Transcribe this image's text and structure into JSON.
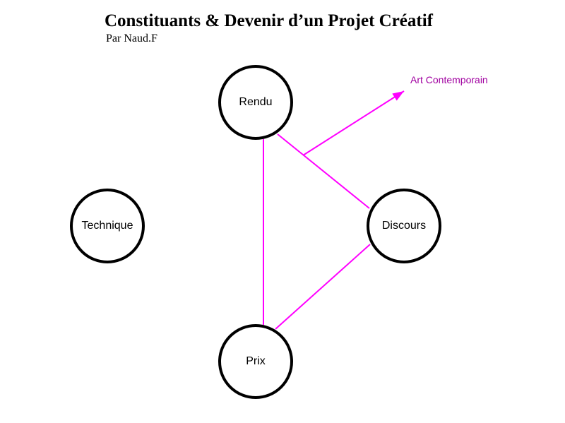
{
  "page": {
    "background": "#ffffff"
  },
  "header": {
    "title": "Constituants & Devenir d’un Projet Créatif",
    "subtitle": "Par Naud.F"
  },
  "diagram": {
    "colors": {
      "edge": "#FF00FF",
      "node_stroke": "#000000",
      "node_fill": "#FFFFFF",
      "arrow_label_text": "#A000A0"
    },
    "nodes": [
      {
        "id": "rendu",
        "label": "Rendu"
      },
      {
        "id": "technique",
        "label": "Technique"
      },
      {
        "id": "discours",
        "label": "Discours"
      },
      {
        "id": "prix",
        "label": "Prix"
      }
    ],
    "edges": [
      {
        "from": "rendu",
        "to": "prix"
      },
      {
        "from": "rendu",
        "to": "discours"
      },
      {
        "from": "discours",
        "to": "prix"
      }
    ],
    "arrow": {
      "from": "edge-rendu-discours-junction",
      "label": "Art Contemporain"
    }
  }
}
